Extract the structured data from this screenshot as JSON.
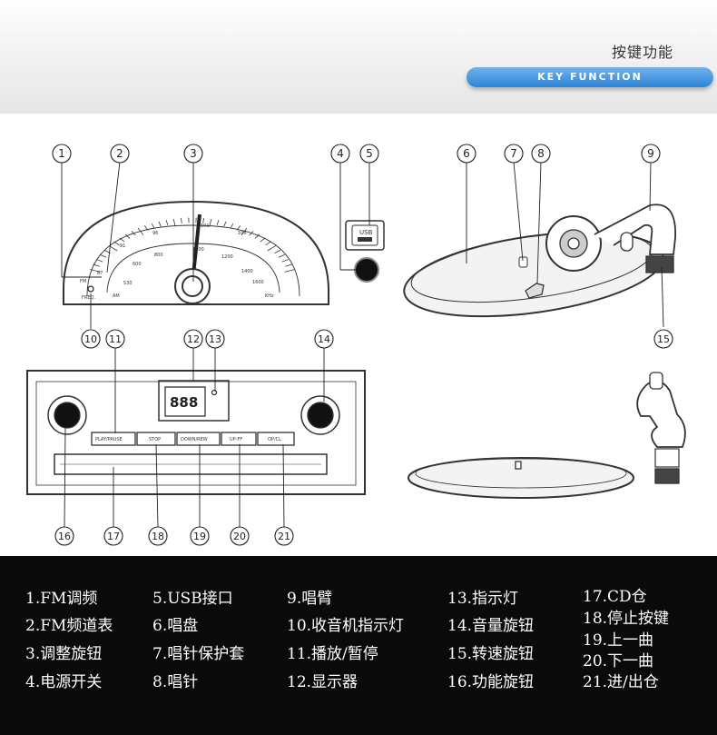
{
  "header": {
    "title_cn": "按键功能",
    "title_en": "KEY FUNCTION"
  },
  "accent_color": "#3a8fdd",
  "dial": {
    "fm_label": "FM",
    "am_label": "AM",
    "freq_label": "FREQ.",
    "khz_label": "KHz",
    "fm_ticks": [
      "87",
      "91",
      "96",
      "101",
      "106"
    ],
    "am_ticks": [
      "530",
      "600",
      "800",
      "1000",
      "1200",
      "1400",
      "1600"
    ]
  },
  "usb_label": "USB",
  "display_text": "888",
  "buttons": {
    "play": "PLAY/PAUSE",
    "stop": "STOP",
    "down": "DOWN/REW",
    "up": "UP-FF",
    "op": "OP/CL"
  },
  "callouts": [
    "1",
    "2",
    "3",
    "4",
    "5",
    "6",
    "7",
    "8",
    "9",
    "10",
    "11",
    "12",
    "13",
    "14",
    "15",
    "16",
    "17",
    "18",
    "19",
    "20",
    "21"
  ],
  "legend": {
    "col1": [
      "1.FM调频",
      "2.FM频道表",
      "3.调整旋钮",
      "4.电源开关"
    ],
    "col2": [
      "5.USB接口",
      "6.唱盘",
      "7.唱针保护套",
      "8.唱针"
    ],
    "col3": [
      "9.唱臂",
      "10.收音机指示灯",
      "11.播放/暂停",
      "12.显示器"
    ],
    "col4": [
      "13.指示灯",
      "14.音量旋钮",
      "15.转速旋钮",
      "16.功能旋钮"
    ],
    "col5": [
      "17.CD仓",
      "18.停止按键",
      "19.上一曲",
      "20.下一曲",
      "21.进/出仓"
    ]
  }
}
